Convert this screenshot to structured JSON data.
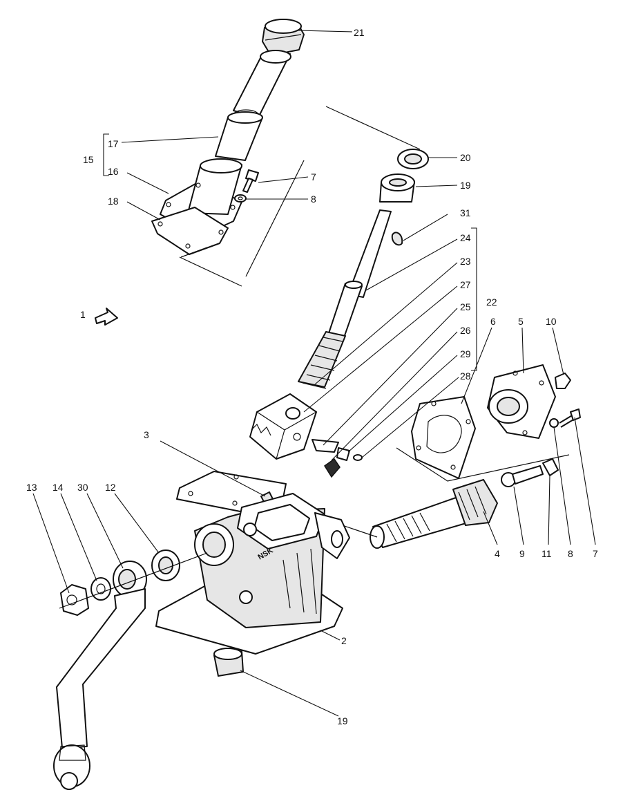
{
  "callouts": {
    "n1": "1",
    "n2": "2",
    "n3": "3",
    "n4": "4",
    "n5": "5",
    "n6": "6",
    "n7a": "7",
    "n7b": "7",
    "n8a": "8",
    "n8b": "8",
    "n9": "9",
    "n10": "10",
    "n11": "11",
    "n12": "12",
    "n13": "13",
    "n14": "14",
    "n15": "15",
    "n16": "16",
    "n17": "17",
    "n18": "18",
    "n19a": "19",
    "n19b": "19",
    "n20": "20",
    "n21": "21",
    "n22": "22",
    "n23": "23",
    "n24": "24",
    "n25": "25",
    "n26": "26",
    "n27": "27",
    "n28": "28",
    "n29": "29",
    "n30": "30",
    "n31": "31"
  },
  "casting_mark": "NSK"
}
